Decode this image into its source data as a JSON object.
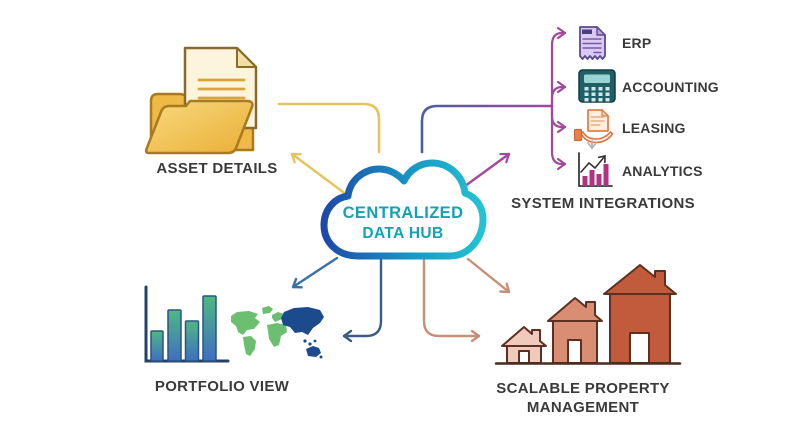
{
  "hub": {
    "title_line1": "CENTRALIZED",
    "title_line2": "DATA HUB",
    "icon": "cloud-icon"
  },
  "asset_details": {
    "label": "ASSET DETAILS",
    "icon": "folder-document-icon"
  },
  "system_integrations": {
    "title": "SYSTEM INTEGRATIONS",
    "items": [
      {
        "label": "ERP",
        "icon": "invoice-icon"
      },
      {
        "label": "ACCOUNTING",
        "icon": "calculator-icon"
      },
      {
        "label": "LEASING",
        "icon": "hand-document-icon"
      },
      {
        "label": "ANALYTICS",
        "icon": "bar-chart-growth-icon"
      }
    ]
  },
  "portfolio_view": {
    "label": "PORTFOLIO VIEW",
    "icons": [
      "bar-chart-icon",
      "world-map-icon"
    ]
  },
  "scalable_property_management": {
    "label_line1": "SCALABLE PROPERTY",
    "label_line2": "MANAGEMENT",
    "icon": "houses-growth-icon"
  },
  "colors": {
    "hub_text": "#11a3b2",
    "hub_border_left": "#1d49a8",
    "hub_border_right": "#23c3d4",
    "label_text": "#3a3a3a",
    "arrow_yellow": "#e6c35c",
    "arrow_purple": "#a3489b",
    "arrow_blue": "#3a6fa8",
    "arrow_navy": "#3a5c85",
    "arrow_brown": "#c49078",
    "divider_blue": "#5c8fc4",
    "folder_gold": "#efb945",
    "invoice_purple": "#dbc9f4",
    "calculator_teal": "#1f5f66",
    "leasing_orange": "#e8824a",
    "analytics_magenta": "#b23480",
    "map_green": "#6cbe70",
    "map_blue": "#1b4a8d",
    "house_light": "#f0cabb",
    "house_mid": "#d98e74",
    "house_dark": "#c25b3c"
  }
}
